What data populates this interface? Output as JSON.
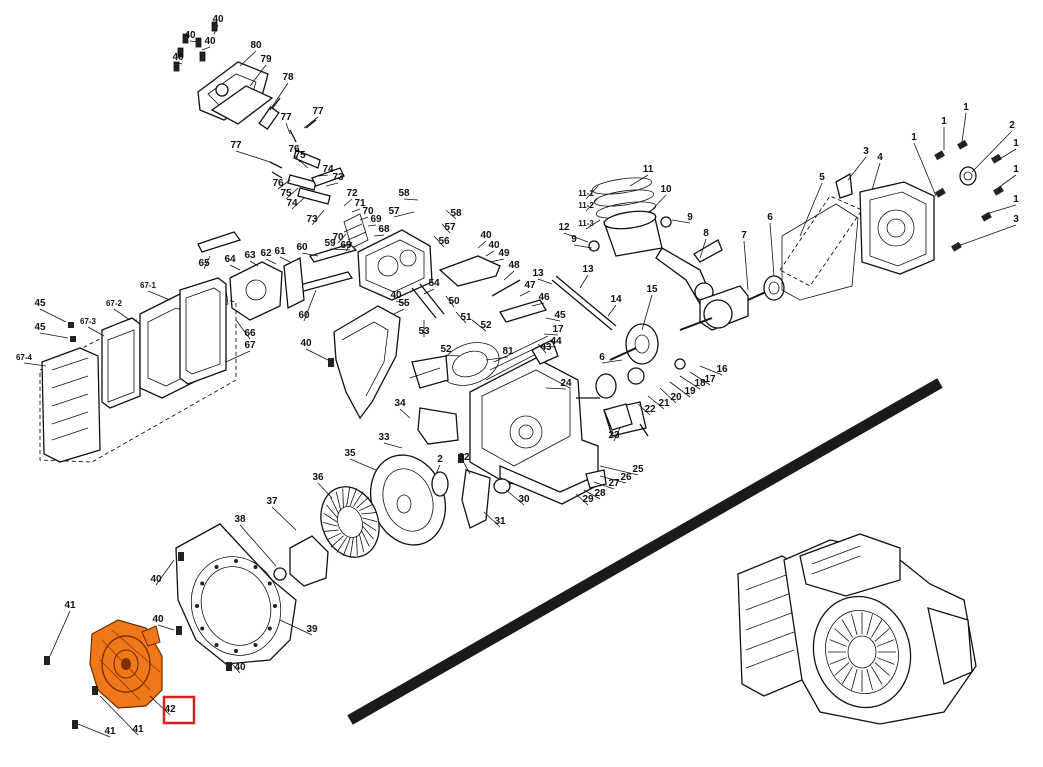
{
  "diagram": {
    "highlight": {
      "part_number": "42",
      "box_color": "#d92020",
      "part_color": "#f07818"
    },
    "divider_color": "#1a1a1a",
    "callouts": [
      "1",
      "2",
      "3",
      "4",
      "5",
      "6",
      "7",
      "9",
      "10",
      "11",
      "12",
      "13",
      "14",
      "15",
      "16",
      "17",
      "18",
      "19",
      "20",
      "21",
      "22",
      "23",
      "24",
      "25",
      "26",
      "27",
      "28",
      "29",
      "30",
      "31",
      "32",
      "33",
      "34",
      "35",
      "36",
      "37",
      "38",
      "39",
      "40",
      "41",
      "42",
      "43",
      "44",
      "45",
      "46",
      "47",
      "48",
      "49",
      "50",
      "51",
      "52",
      "53",
      "54",
      "55",
      "56",
      "57",
      "58",
      "59",
      "60",
      "61",
      "62",
      "63",
      "64",
      "65",
      "66",
      "67",
      "68",
      "69",
      "70",
      "71",
      "72",
      "73",
      "74",
      "75",
      "76",
      "77",
      "78",
      "79",
      "80",
      "81"
    ],
    "sub_callouts": [
      "67-1",
      "67-2",
      "67-3",
      "67-4",
      "11-1",
      "11-2",
      "11-3"
    ]
  }
}
